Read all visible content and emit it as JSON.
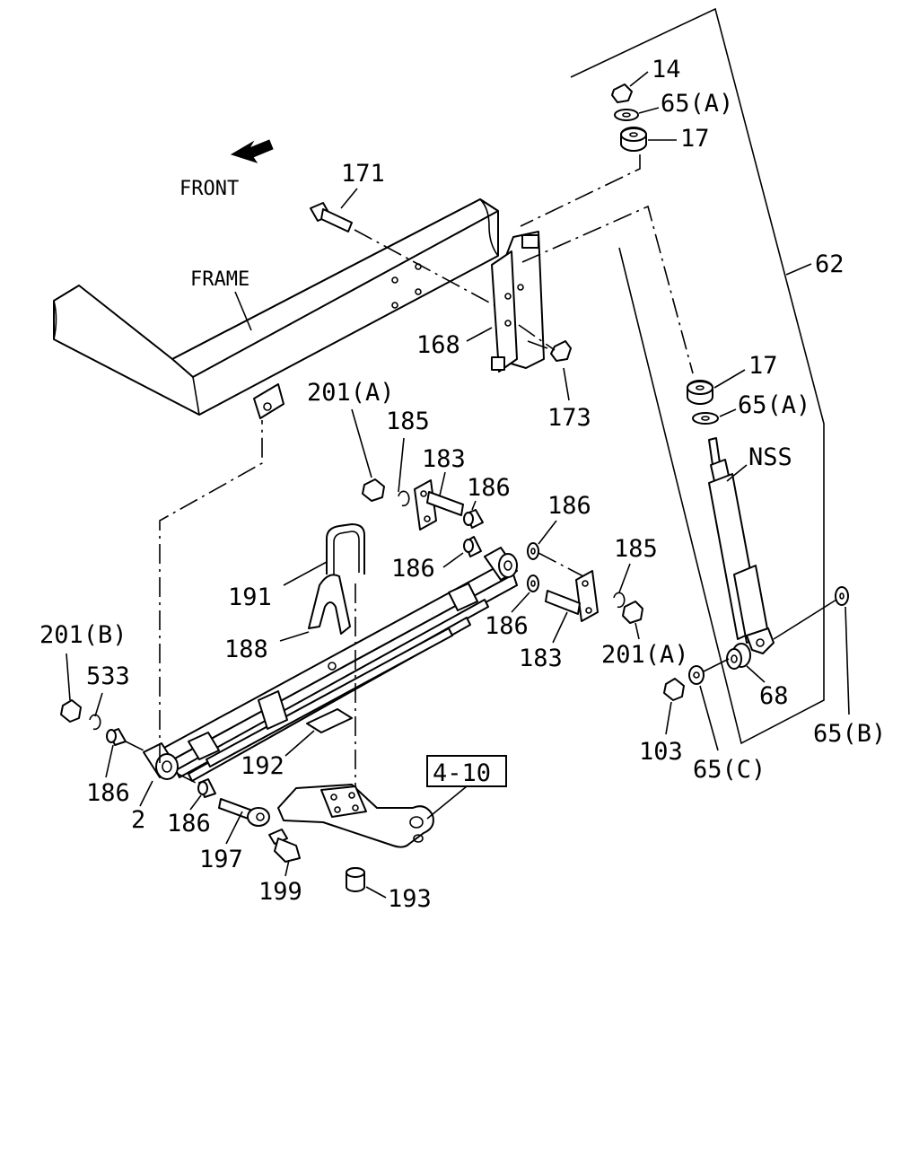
{
  "labels": {
    "front": "FRONT",
    "frame": "FRAME",
    "p171": "171",
    "p168": "168",
    "p173": "173",
    "p14": "14",
    "p65a_top": "65(A)",
    "p17_top": "17",
    "p62": "62",
    "p17_mid": "17",
    "p65a_mid": "65(A)",
    "nss": "NSS",
    "p201a_upper": "201(A)",
    "p185_upper": "185",
    "p183_upper": "183",
    "p186_a": "186",
    "p186_b": "186",
    "p186_c": "186",
    "p186_d": "186",
    "p185_right": "185",
    "p183_lower": "183",
    "p201a_lower": "201(A)",
    "p191": "191",
    "p188": "188",
    "p201b": "201(B)",
    "p533": "533",
    "p186_e": "186",
    "p2": "2",
    "p186_f": "186",
    "p192": "192",
    "ref_box": "4-10",
    "p197": "197",
    "p199": "199",
    "p193": "193",
    "p68": "68",
    "p103": "103",
    "p65c": "65(C)",
    "p65b": "65(B)"
  }
}
